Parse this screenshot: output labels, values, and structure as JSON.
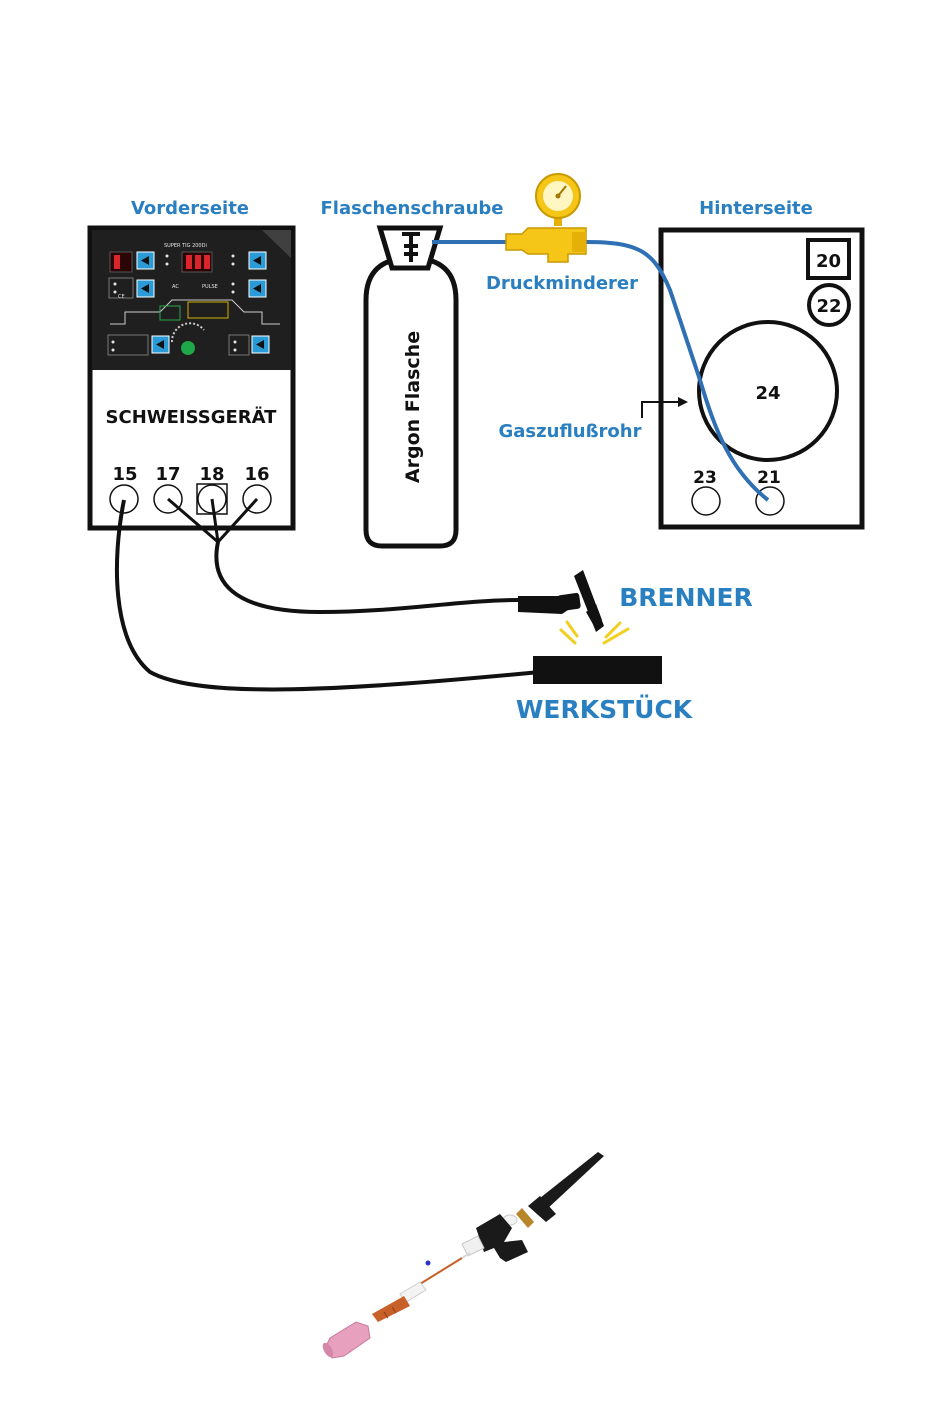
{
  "labels": {
    "front": "Vorderseite",
    "bottle_screw": "Flaschenschraube",
    "back": "Hinterseite",
    "pressure_reducer": "Druckminderer",
    "gas_pipe": "Gaszuflußrohr",
    "bottle": "Argon Flasche",
    "welder": "SCHWEISSGERÄT",
    "torch": "BRENNER",
    "workpiece": "WERKSTÜCK"
  },
  "panel": {
    "model": "SUPER TIG 200Di",
    "ac_label": "AC",
    "pulse_label": "PULSE",
    "ce_mark": "CE"
  },
  "front_ports": [
    "15",
    "17",
    "18",
    "16"
  ],
  "back_ports": {
    "top_square": "20",
    "top_circle": "22",
    "big_circle": "24",
    "bottom_left": "23",
    "bottom_right": "21"
  },
  "colors": {
    "label_blue": "#2a7fc0",
    "gas_line": "#2f6fb3",
    "regulator": "#f5c518",
    "panel": "#1f1f1f",
    "panel_button": "#2b9bd8",
    "led_red": "#d8262b",
    "panel_green": "#1fa84a",
    "nozzle": "#e8a0bf",
    "collet": "#c8602a"
  },
  "icons": {
    "regulator": "pressure-gauge-icon",
    "spark": "spark-icon",
    "arrow": "arrow-right-icon"
  }
}
